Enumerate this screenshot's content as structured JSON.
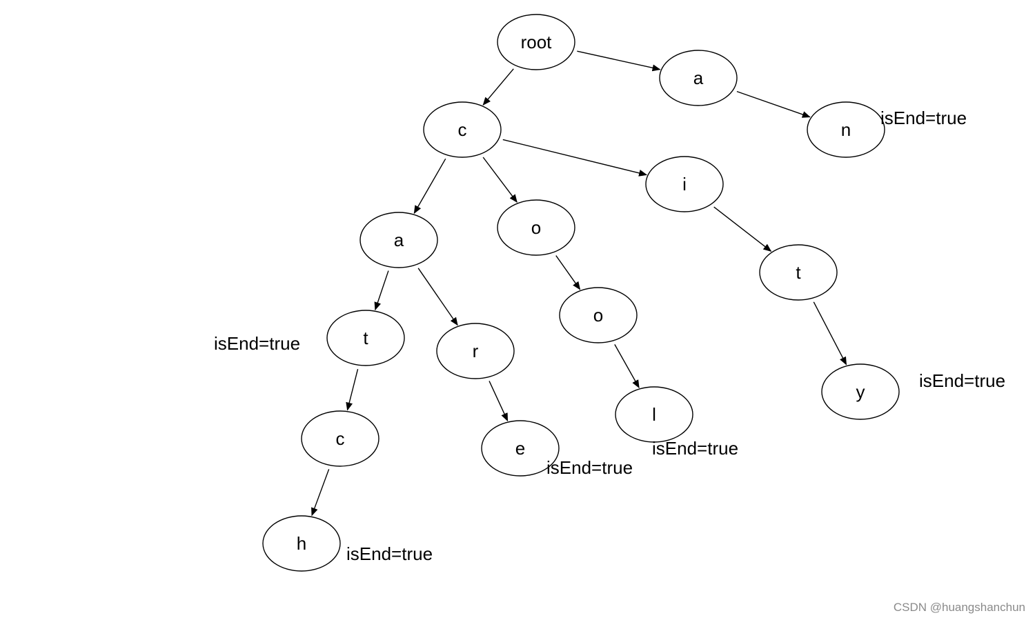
{
  "diagram": {
    "nodes": [
      {
        "id": "root",
        "label": "root"
      },
      {
        "id": "c1",
        "label": "c"
      },
      {
        "id": "a1",
        "label": "a"
      },
      {
        "id": "n1",
        "label": "n"
      },
      {
        "id": "a2",
        "label": "a"
      },
      {
        "id": "o1",
        "label": "o"
      },
      {
        "id": "i1",
        "label": "i"
      },
      {
        "id": "t1",
        "label": "t"
      },
      {
        "id": "r1",
        "label": "r"
      },
      {
        "id": "o2",
        "label": "o"
      },
      {
        "id": "t2",
        "label": "t"
      },
      {
        "id": "c2",
        "label": "c"
      },
      {
        "id": "e1",
        "label": "e"
      },
      {
        "id": "l1",
        "label": "l"
      },
      {
        "id": "y1",
        "label": "y"
      },
      {
        "id": "h1",
        "label": "h"
      }
    ],
    "edges": [
      {
        "from": "root",
        "to": "c1"
      },
      {
        "from": "root",
        "to": "a1"
      },
      {
        "from": "a1",
        "to": "n1"
      },
      {
        "from": "c1",
        "to": "a2"
      },
      {
        "from": "c1",
        "to": "o1"
      },
      {
        "from": "c1",
        "to": "i1"
      },
      {
        "from": "i1",
        "to": "t2"
      },
      {
        "from": "t2",
        "to": "y1"
      },
      {
        "from": "a2",
        "to": "t1"
      },
      {
        "from": "a2",
        "to": "r1"
      },
      {
        "from": "r1",
        "to": "e1"
      },
      {
        "from": "o1",
        "to": "o2"
      },
      {
        "from": "o2",
        "to": "l1"
      },
      {
        "from": "t1",
        "to": "c2"
      },
      {
        "from": "c2",
        "to": "h1"
      }
    ],
    "end_labels": [
      {
        "node": "n1",
        "text": "isEnd=true"
      },
      {
        "node": "t1",
        "text": "isEnd=true"
      },
      {
        "node": "e1",
        "text": "isEnd=true"
      },
      {
        "node": "l1",
        "text": "isEnd=true"
      },
      {
        "node": "y1",
        "text": "isEnd=true"
      },
      {
        "node": "h1",
        "text": "isEnd=true"
      }
    ]
  },
  "watermark": "CSDN @huangshanchun"
}
